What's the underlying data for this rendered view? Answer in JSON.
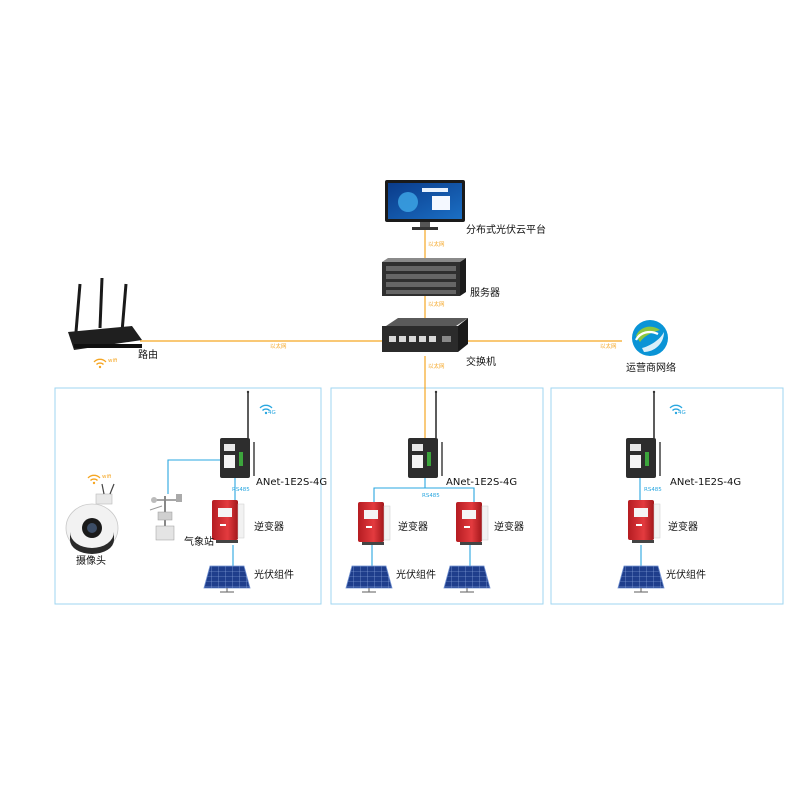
{
  "colors": {
    "ethernet_line": "#f5a623",
    "rs485_line": "#2aa7e0",
    "group_border": "#9fd6f0",
    "inverter": "#d9262c",
    "label": "#111111"
  },
  "platform": {
    "label": "分布式光伏云平台",
    "icon": "monitor-icon"
  },
  "server": {
    "label": "服务器",
    "icon": "server-rack-icon"
  },
  "switch": {
    "label": "交换机",
    "icon": "network-switch-icon"
  },
  "router": {
    "label": "路由",
    "wifi_tag": "wifi",
    "icon": "router-icon"
  },
  "carrier": {
    "label": "运营商网络",
    "icon": "china-mobile-logo"
  },
  "links": {
    "ethernet_label": "以太网"
  },
  "groups": [
    {
      "gateway": {
        "label": "ANet-1E2S-4G",
        "signal_tag": "4G"
      },
      "bus_label": "RS485",
      "inverters": [
        {
          "label": "逆变器"
        }
      ],
      "panels": [
        {
          "label": "光伏组件"
        }
      ],
      "camera": {
        "label": "摄像头",
        "wifi_tag": "wifi"
      },
      "weather": {
        "label": "气象站"
      }
    },
    {
      "gateway": {
        "label": "ANet-1E2S-4G",
        "signal_tag": ""
      },
      "bus_label": "RS485",
      "inverters": [
        {
          "label": "逆变器"
        },
        {
          "label": "逆变器"
        }
      ],
      "panels": [
        {
          "label": "光伏组件"
        },
        {
          "label": ""
        }
      ]
    },
    {
      "gateway": {
        "label": "ANet-1E2S-4G",
        "signal_tag": "4G"
      },
      "bus_label": "RS485",
      "inverters": [
        {
          "label": "逆变器"
        }
      ],
      "panels": [
        {
          "label": "光伏组件"
        }
      ]
    }
  ]
}
